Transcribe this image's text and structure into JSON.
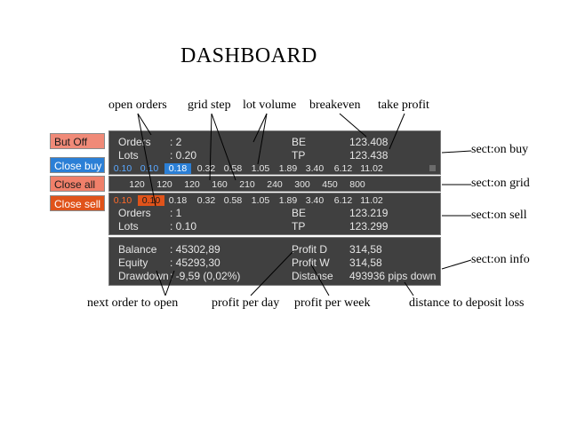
{
  "title": "DASHBOARD",
  "annotations": {
    "open_orders": "open orders",
    "grid_step": "grid step",
    "lot_volume": "lot volume",
    "breakeven": "breakeven",
    "take_profit": "take profit",
    "section_buy": "sect:on buy",
    "section_grid": "sect:on grid",
    "section_sell": "sect:on sell",
    "section_info": "sect:on info",
    "next_order": "next order to open",
    "profit_day": "profit per day",
    "profit_week": "profit per week",
    "distance_loss": "distance to deposit loss"
  },
  "buttons": {
    "but_off": "But Off",
    "close_buy": "Close buy",
    "close_all": "Close all",
    "close_sell": "Close sell"
  },
  "colors": {
    "panel": "#404040",
    "buy_accent": "#2b7fd6",
    "sell_accent": "#e0531a",
    "close_all": "#f0806a",
    "but_off": "#f08a78"
  },
  "buy": {
    "orders_label": "Orders",
    "orders_value": ": 2",
    "lots_label": "Lots",
    "lots_value": ": 0.20",
    "be_label": "BE",
    "be_value": "123.408",
    "tp_label": "TP",
    "tp_value": "123.438",
    "lots_row": [
      "0.10",
      "0.10",
      "0.18",
      "0.32",
      "0.58",
      "1.05",
      "1.89",
      "3.40",
      "6.12",
      "11.02"
    ]
  },
  "grid": {
    "steps": [
      "120",
      "120",
      "120",
      "160",
      "210",
      "240",
      "300",
      "450",
      "800"
    ]
  },
  "sell": {
    "orders_label": "Orders",
    "orders_value": ": 1",
    "lots_label": "Lots",
    "lots_value": ": 0.10",
    "be_label": "BE",
    "be_value": "123.219",
    "tp_label": "TP",
    "tp_value": "123.299",
    "lots_row": [
      "0.10",
      "0.10",
      "0.18",
      "0.32",
      "0.58",
      "1.05",
      "1.89",
      "3.40",
      "6.12",
      "11.02"
    ]
  },
  "info": {
    "balance_label": "Balance",
    "balance_value": ": 45302,89",
    "equity_label": "Equity",
    "equity_value": ": 45293,30",
    "drawdown_label": "Drawdown",
    "drawdown_value": ": -9,59 (0,02%)",
    "profit_d_label": "Profit D",
    "profit_d_value": "314,58",
    "profit_w_label": "Profit W",
    "profit_w_value": "314,58",
    "distance_label": "Distanse",
    "distance_value": "493936 pips down"
  }
}
